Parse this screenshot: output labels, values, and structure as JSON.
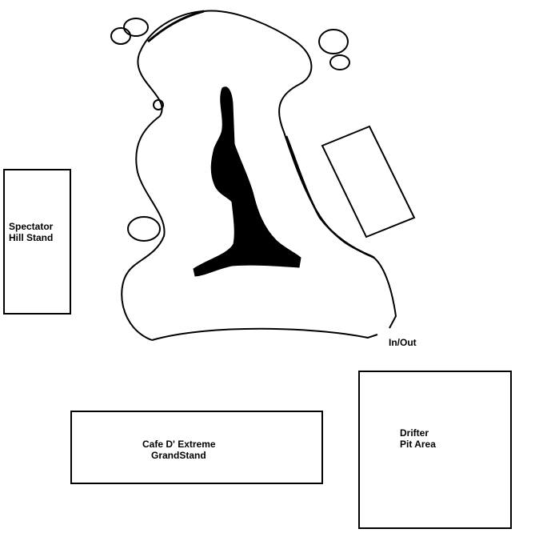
{
  "map": {
    "areas": {
      "spectator_hill": {
        "line1": "Spectator",
        "line2": "Hill Stand"
      },
      "cafe_grandstand": {
        "line1": "Cafe D' Extreme",
        "line2": "GrandStand"
      },
      "drifter_pit": {
        "line1": "Drifter",
        "line2": "Pit Area"
      }
    },
    "track": {
      "entry_label": "In/Out"
    },
    "colors": {
      "outline": "#000000",
      "infield_fill": "#000000",
      "background": "#ffffff"
    },
    "icons": [
      "tire-marker-icon"
    ]
  }
}
